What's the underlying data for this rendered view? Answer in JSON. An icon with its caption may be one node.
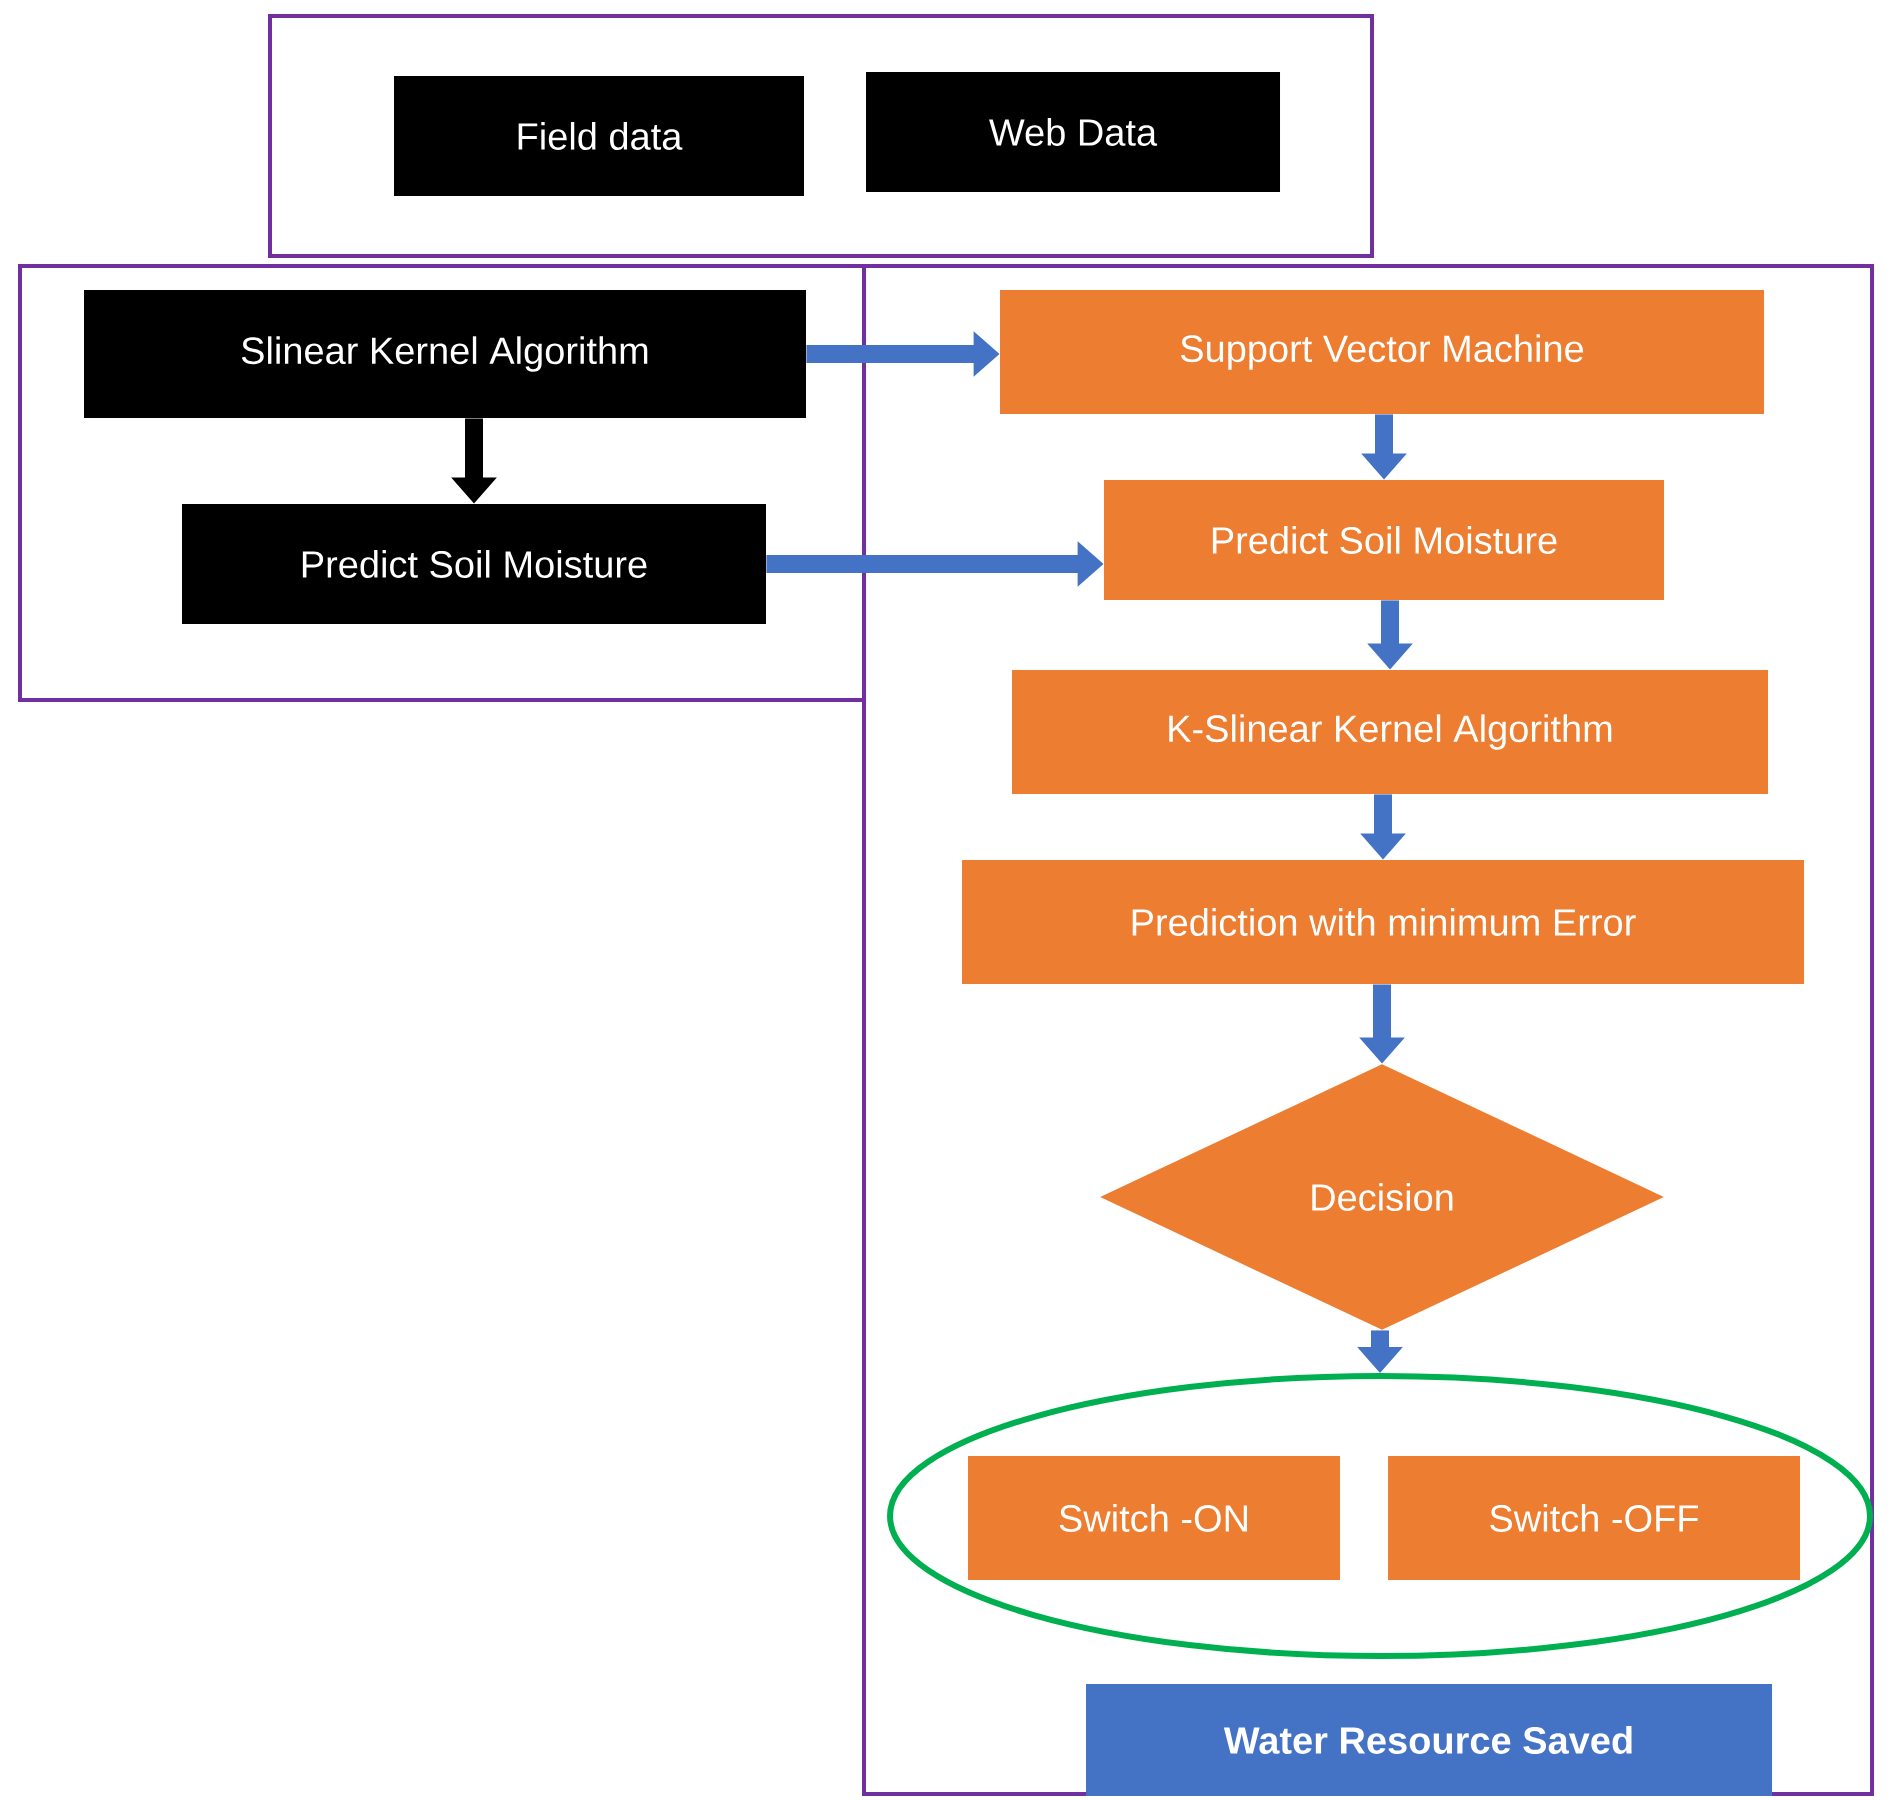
{
  "diagram": {
    "nodes": [
      {
        "text": [],
        "shape": "box"
      },
      {
        "text": [
          "Field data"
        ],
        "in": 0
      },
      {
        "text": [
          "Web Data"
        ],
        "in": 0
      },
      {
        "text": [],
        "shape": "box"
      },
      {
        "text": [
          "Slinear Kernel Algorithm"
        ],
        "in": 3
      },
      {
        "text": [
          "Predict Soil Moisture"
        ],
        "in": 3
      },
      {
        "text": [],
        "shape": "box"
      },
      {
        "text": [
          "Support Vector Machine"
        ],
        "in": 6
      },
      {
        "text": [
          "Predict Soil Moisture"
        ],
        "in": 6
      },
      {
        "text": [
          "K-Slinear Kernel Algorithm"
        ],
        "in": 6
      },
      {
        "text": [
          "Prediction with minimum Error"
        ],
        "in": 6
      },
      {
        "text": [
          "Decision"
        ],
        "in": 6
      },
      {
        "text": [],
        "shape": "ellipse",
        "in": 6
      },
      {
        "text": [
          "Switch -ON"
        ],
        "in": 12
      },
      {
        "text": [
          "Switch -OFF"
        ],
        "in": 12
      },
      {
        "text": [
          "Water Resource Saved"
        ],
        "in": 6
      }
    ],
    "edges": [
      {
        "from": 4,
        "to": 5,
        "arrow": "to",
        "color": "#000000"
      },
      {
        "from": 4,
        "to": 7,
        "arrow": "to"
      },
      {
        "from": 5,
        "to": 8,
        "arrow": "to"
      },
      {
        "from": 7,
        "to": 8,
        "arrow": "to"
      },
      {
        "from": 8,
        "to": 9,
        "arrow": "to"
      },
      {
        "from": 9,
        "to": 10,
        "arrow": "to"
      },
      {
        "from": 10,
        "to": 11,
        "arrow": "to"
      },
      {
        "from": 11,
        "to": 12,
        "arrow": "to"
      }
    ]
  }
}
